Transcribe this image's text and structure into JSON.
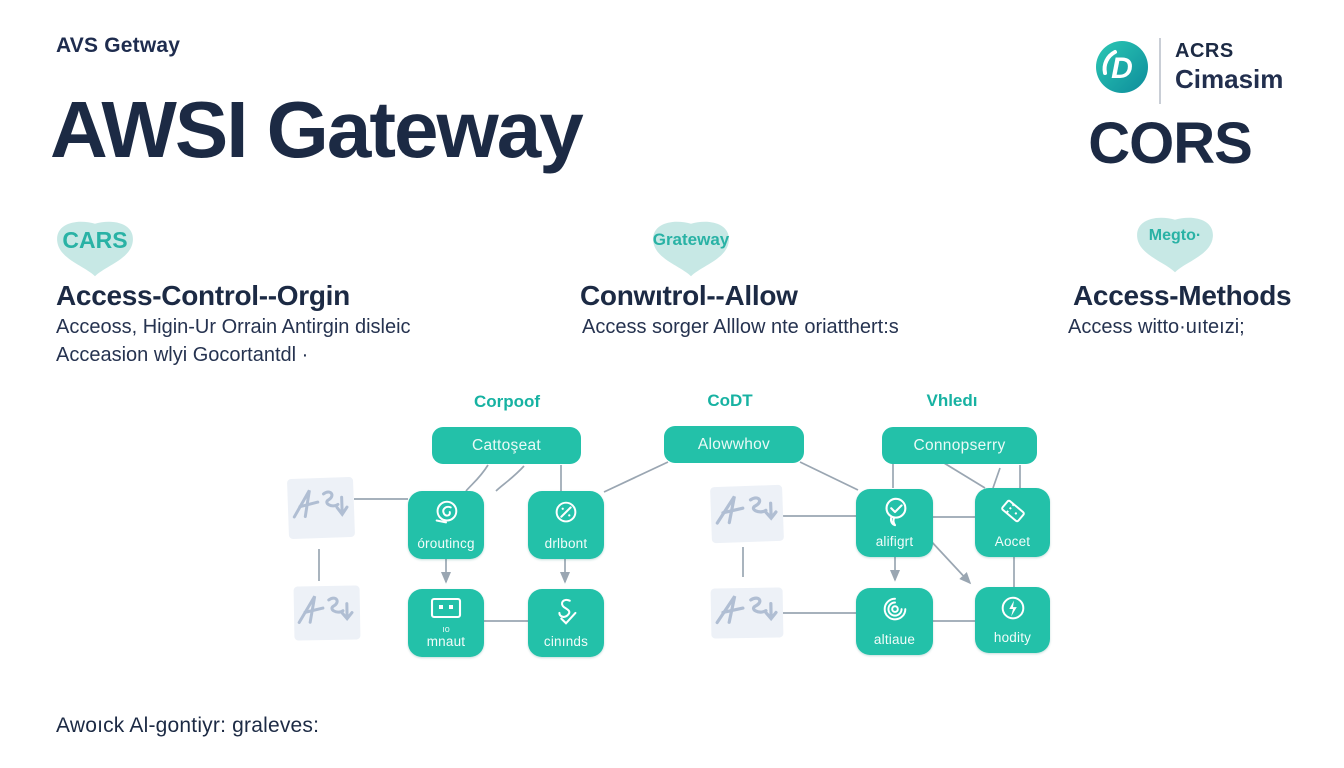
{
  "header": {
    "eyebrow": "AVS Getway",
    "title": "AWSI Gateway"
  },
  "logo": {
    "acronym": "ACRS",
    "name": "Cimasim",
    "wordmark": "CORS",
    "mark_icon": "teal-d-logo-icon"
  },
  "columns": [
    {
      "badge": "CARS",
      "heading": "Access-Control--Orgin",
      "lines": [
        "Acceoss, Higin-Ur Orrain Antirgin disleic",
        "Acceasion wlyi Gocortantdl ·"
      ]
    },
    {
      "badge": "Grateway",
      "heading": "Conwıtrol--Allow",
      "lines": [
        "Access sorger Alllow nte oriatthert:s"
      ]
    },
    {
      "badge": "Megto·",
      "heading": "Access-Methods",
      "lines": [
        "Access witto·uıteızi;"
      ]
    }
  ],
  "diagram": {
    "clusters": [
      {
        "label": "Corpoof",
        "pill": "Cattoşeat"
      },
      {
        "label": "CoDT",
        "pill": "Alowwhov"
      },
      {
        "label": "Vhledı",
        "pill": "Connopserry"
      }
    ],
    "nodes": [
      {
        "label": "óroutincg",
        "icon": "swirl-circle-icon"
      },
      {
        "label": "drlbont",
        "icon": "slash-circle-icon"
      },
      {
        "label": "mnaut",
        "icon": "socket-icon",
        "caption": "ıo"
      },
      {
        "label": "cinınds",
        "icon": "ribbon-check-icon"
      },
      {
        "label": "alifigrt",
        "icon": "check-bubble-icon"
      },
      {
        "label": "Aocet",
        "icon": "tag-icon"
      },
      {
        "label": "altiaue",
        "icon": "spiral-icon"
      },
      {
        "label": "hodity",
        "icon": "bolt-circle-icon"
      }
    ]
  },
  "footer": {
    "note": "Awoıck Al-gontiyr: graleves:"
  },
  "colors": {
    "navy_text": "#1c2a44",
    "teal_box": "#23c1a9",
    "teal_label": "#17b2a2",
    "badge_bg": "#c7e8e5",
    "badge_text": "#29b2a5",
    "connector": "#9aa6b2",
    "scribble_stroke": "#b0bed3",
    "background": "#ffffff"
  }
}
